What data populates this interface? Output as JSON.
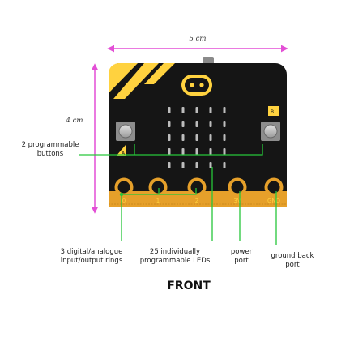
{
  "dimensions": {
    "width": "5 cm",
    "height": "4 cm"
  },
  "buttons": {
    "a": "A",
    "b": "B"
  },
  "pins": [
    "0",
    "1",
    "2",
    "3V",
    "GND"
  ],
  "labels": {
    "buttons_line1": "2 programmable",
    "buttons_line2": "buttons",
    "rings_line1": "3 digital/analogue",
    "rings_line2": "input/output rings",
    "leds_line1": "25 individually",
    "leds_line2": "programmable LEDs",
    "power_line1": "power",
    "power_line2": "port",
    "ground_line1": "ground back",
    "ground_line2": "port"
  },
  "title": "FRONT",
  "colors": {
    "board": "#151515",
    "accent_yellow": "#ffd23f",
    "dimension_magenta": "#e34fd6",
    "callout_green": "#27c63a",
    "pin_gold": "#e6a02a"
  }
}
